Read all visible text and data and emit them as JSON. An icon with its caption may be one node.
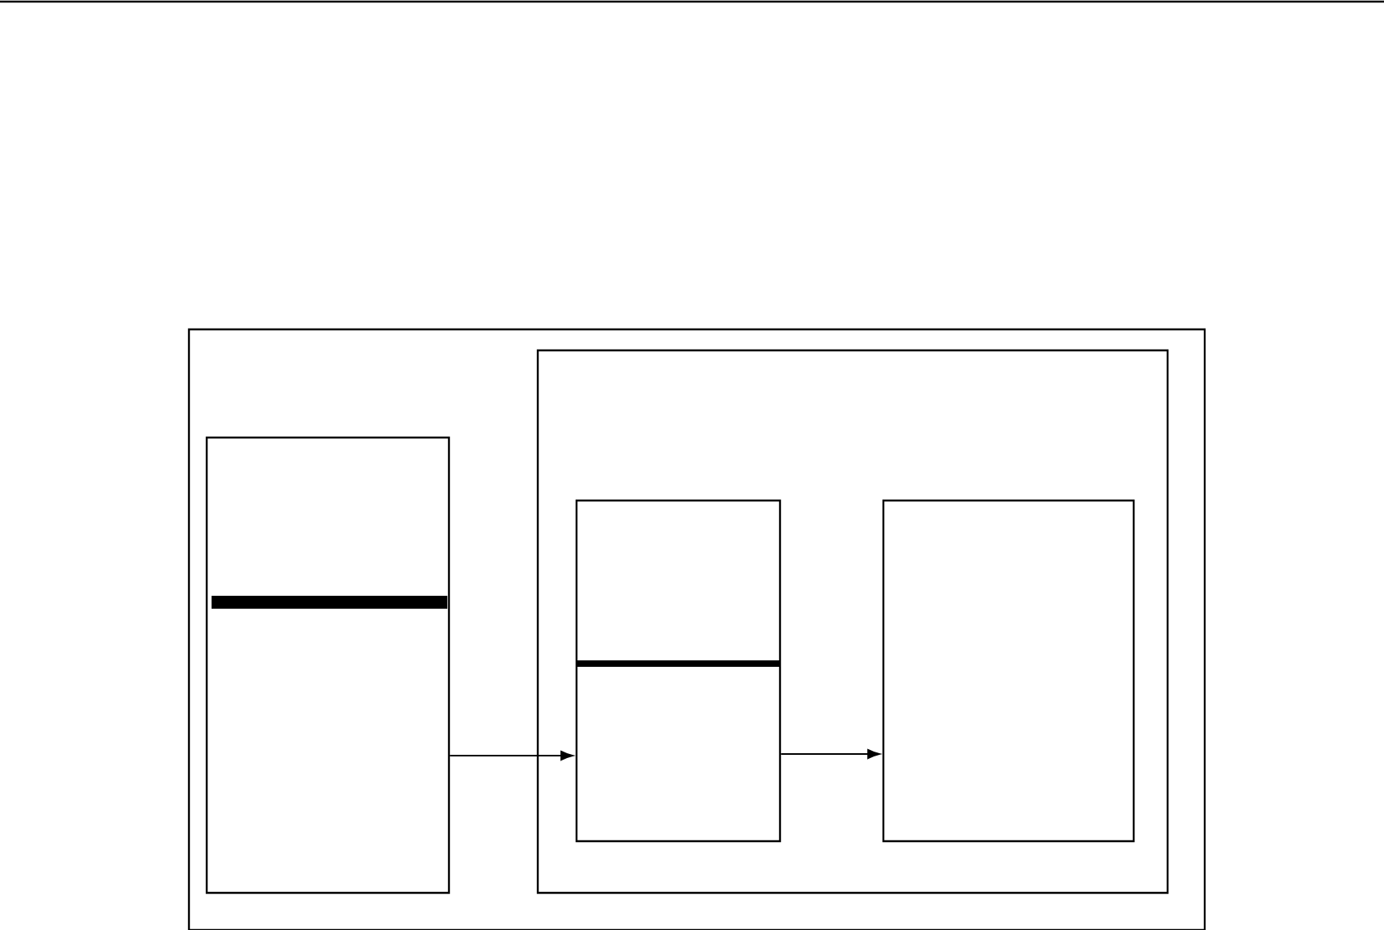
{
  "diagram": {
    "nodes": [
      {
        "text": [],
        "shape": "box"
      },
      {
        "text": [],
        "shape": "box",
        "in": 0
      },
      {
        "text": [],
        "shape": "box",
        "in": 0
      },
      {
        "text": [],
        "shape": "box",
        "in": 2
      },
      {
        "text": [],
        "shape": "box",
        "in": 2
      }
    ],
    "edges": [
      {
        "from": 1,
        "to": 3,
        "arrow": "to"
      },
      {
        "from": 3,
        "to": 4,
        "arrow": "to"
      }
    ]
  }
}
